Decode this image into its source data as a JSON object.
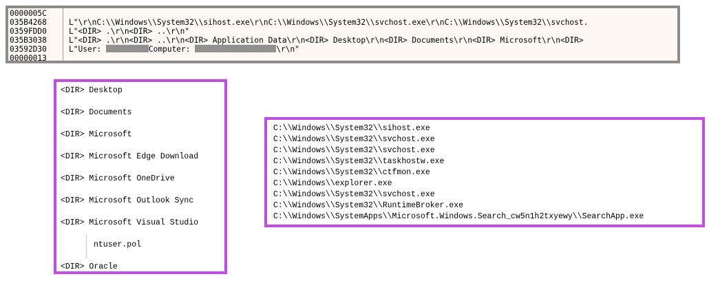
{
  "memory_dump": {
    "addresses": [
      "0000005C",
      "035B4268",
      "0359FDD0",
      "035B3038",
      "03592D30",
      "00000013"
    ],
    "values": [
      "",
      "L\"\\r\\nC:\\\\Windows\\\\System32\\\\sihost.exe\\r\\nC:\\\\Windows\\\\System32\\\\svchost.exe\\r\\nC:\\\\Windows\\\\System32\\\\svchost.",
      "L\"<DIR> .\\r\\n<DIR> ..\\r\\n\"",
      "L\"<DIR> .\\r\\n<DIR> ..\\r\\n<DIR> Application Data\\r\\n<DIR> Desktop\\r\\n<DIR> Documents\\r\\n<DIR> Microsoft\\r\\n<DIR>",
      "",
      ""
    ],
    "user_line": {
      "prefix": "L\"User: ",
      "computer_label": "Computer: ",
      "suffix": "\\r\\n\""
    }
  },
  "directory_listing": {
    "items": [
      {
        "label": "<DIR> Desktop",
        "child": false
      },
      {
        "label": "<DIR> Documents",
        "child": false
      },
      {
        "label": "<DIR> Microsoft",
        "child": false
      },
      {
        "label": "<DIR> Microsoft Edge Download",
        "child": false
      },
      {
        "label": "<DIR> Microsoft OneDrive",
        "child": false
      },
      {
        "label": "<DIR> Microsoft Outlook Sync",
        "child": false
      },
      {
        "label": "<DIR> Microsoft Visual Studio",
        "child": false
      },
      {
        "label": "ntuser.pol",
        "child": true
      },
      {
        "label": "<DIR> Oracle",
        "child": false
      }
    ]
  },
  "process_list": {
    "items": [
      "C:\\\\Windows\\\\System32\\\\sihost.exe",
      "C:\\\\Windows\\\\System32\\\\svchost.exe",
      "C:\\\\Windows\\\\System32\\\\svchost.exe",
      "C:\\\\Windows\\\\System32\\\\taskhostw.exe",
      "C:\\\\Windows\\\\System32\\\\ctfmon.exe",
      "C:\\\\Windows\\\\explorer.exe",
      "C:\\\\Windows\\\\System32\\\\svchost.exe",
      "C:\\\\Windows\\\\System32\\\\RuntimeBroker.exe",
      "C:\\\\Windows\\\\SystemApps\\\\Microsoft.Windows.Search_cw5n1h2txyewy\\\\SearchApp.exe"
    ]
  },
  "colors": {
    "highlight_border": "#c64be6",
    "dump_border": "#8c8c8c",
    "dump_background": "#fdf8f3",
    "redaction": "#919191"
  }
}
